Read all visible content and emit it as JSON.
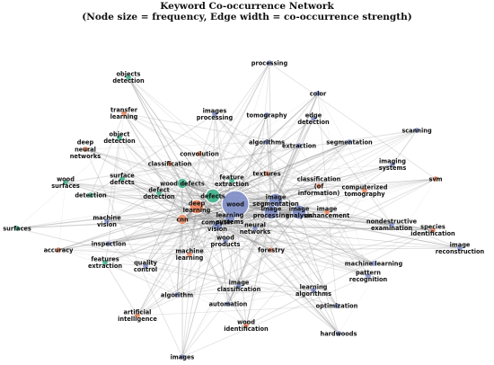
{
  "title_line1": "Keyword Co-occurrence Network",
  "title_line2": "(Node size = frequency, Edge width = co-occurrence strength)",
  "colors": {
    "blue": "#7f8fc9",
    "orange": "#ef8a62",
    "green": "#3fb38a",
    "edge": "#9a9a9a"
  },
  "nodes": [
    {
      "id": "wood",
      "label": "wood",
      "color": "blue",
      "size": 5
    },
    {
      "id": "image_segmentation",
      "label": "image\nsegmentation",
      "color": "blue",
      "size": 3
    },
    {
      "id": "image_processing",
      "label": "image\nprocessing",
      "color": "blue",
      "size": 3
    },
    {
      "id": "image_analysis",
      "label": "image\nanalysis",
      "color": "blue",
      "size": 3
    },
    {
      "id": "learning_systems",
      "label": "learning\nsystems",
      "color": "blue",
      "size": 2
    },
    {
      "id": "computer_vision",
      "label": "computer\nvision",
      "color": "blue",
      "size": 2
    },
    {
      "id": "deep_learning",
      "label": "deep\nlearning",
      "color": "orange",
      "size": 3
    },
    {
      "id": "cnn",
      "label": "cnn",
      "color": "orange",
      "size": 2
    },
    {
      "id": "defects",
      "label": "defects",
      "color": "green",
      "size": 3
    },
    {
      "id": "wood_defects",
      "label": "wood defects",
      "color": "green",
      "size": 2
    },
    {
      "id": "neural_networks",
      "label": "neural\nnetworks",
      "color": "blue",
      "size": 1
    },
    {
      "id": "wood_products",
      "label": "wood\nproducts",
      "color": "blue",
      "size": 1
    },
    {
      "id": "machine_learning",
      "label": "machine\nlearning",
      "color": "orange",
      "size": 1
    },
    {
      "id": "forestry",
      "label": "forestry",
      "color": "orange",
      "size": 1
    },
    {
      "id": "feature_extraction",
      "label": "feature\nextraction",
      "color": "green",
      "size": 1
    },
    {
      "id": "defect_detection",
      "label": "defect\ndetection",
      "color": "green",
      "size": 1
    },
    {
      "id": "textures",
      "label": "textures",
      "color": "orange",
      "size": 1
    },
    {
      "id": "classification_info",
      "label": "classification\n(of\ninformation)",
      "color": "orange",
      "size": 1
    },
    {
      "id": "image_enhancement",
      "label": "image\nenhancement",
      "color": "orange",
      "size": 1
    },
    {
      "id": "computerized_tomography",
      "label": "computerized\ntomography",
      "color": "orange",
      "size": 1
    },
    {
      "id": "nondestructive_examination",
      "label": "nondestructive\nexamination",
      "color": "blue",
      "size": 1
    },
    {
      "id": "species_identification",
      "label": "species\nidentification",
      "color": "orange",
      "size": 1
    },
    {
      "id": "image_reconstruction",
      "label": "image\nreconstruction",
      "color": "blue",
      "size": 1
    },
    {
      "id": "svm",
      "label": "svm",
      "color": "orange",
      "size": 1
    },
    {
      "id": "scanning",
      "label": "scanning",
      "color": "blue",
      "size": 1
    },
    {
      "id": "imaging_systems",
      "label": "imaging\nsystems",
      "color": "blue",
      "size": 1
    },
    {
      "id": "segmentation",
      "label": "segmentation",
      "color": "blue",
      "size": 1
    },
    {
      "id": "extraction",
      "label": "extraction",
      "color": "blue",
      "size": 1
    },
    {
      "id": "edge_detection",
      "label": "edge\ndetection",
      "color": "blue",
      "size": 1
    },
    {
      "id": "color",
      "label": "color",
      "color": "blue",
      "size": 1
    },
    {
      "id": "tomography",
      "label": "tomography",
      "color": "blue",
      "size": 1
    },
    {
      "id": "processing",
      "label": "processing",
      "color": "blue",
      "size": 1
    },
    {
      "id": "algorithms",
      "label": "algorithms",
      "color": "blue",
      "size": 1
    },
    {
      "id": "images_processing",
      "label": "images\nprocessing",
      "color": "blue",
      "size": 1
    },
    {
      "id": "convolution",
      "label": "convolution",
      "color": "orange",
      "size": 1
    },
    {
      "id": "classification",
      "label": "classification",
      "color": "orange",
      "size": 1
    },
    {
      "id": "objects_detection",
      "label": "objects\ndetection",
      "color": "green",
      "size": 1
    },
    {
      "id": "transfer_learning",
      "label": "transfer\nlearning",
      "color": "orange",
      "size": 1
    },
    {
      "id": "object_detection",
      "label": "object\ndetection",
      "color": "green",
      "size": 1
    },
    {
      "id": "deep_neural_networks",
      "label": "deep\nneural\nnetworks",
      "color": "orange",
      "size": 1
    },
    {
      "id": "surface_defects",
      "label": "surface\ndefects",
      "color": "green",
      "size": 1
    },
    {
      "id": "wood_surfaces",
      "label": "wood\nsurfaces",
      "color": "green",
      "size": 1
    },
    {
      "id": "detection",
      "label": "detection",
      "color": "green",
      "size": 1
    },
    {
      "id": "machine_vision",
      "label": "machine\nvision",
      "color": "blue",
      "size": 1
    },
    {
      "id": "surfaces",
      "label": "surfaces",
      "color": "green",
      "size": 1
    },
    {
      "id": "accuracy",
      "label": "accuracy",
      "color": "orange",
      "size": 1
    },
    {
      "id": "inspection",
      "label": "inspection",
      "color": "blue",
      "size": 1
    },
    {
      "id": "features_extraction",
      "label": "features\nextraction",
      "color": "green",
      "size": 1
    },
    {
      "id": "quality_control",
      "label": "quality\ncontrol",
      "color": "blue",
      "size": 1
    },
    {
      "id": "algorithm",
      "label": "algorithm",
      "color": "blue",
      "size": 1
    },
    {
      "id": "artificial_intelligence",
      "label": "artificial\nintelligence",
      "color": "orange",
      "size": 1
    },
    {
      "id": "images",
      "label": "images",
      "color": "blue",
      "size": 1
    },
    {
      "id": "automation",
      "label": "automation",
      "color": "blue",
      "size": 1
    },
    {
      "id": "wood_identification",
      "label": "wood\nidentification",
      "color": "orange",
      "size": 1
    },
    {
      "id": "image_classification",
      "label": "image\nclassification",
      "color": "blue",
      "size": 1
    },
    {
      "id": "learning_algorithms",
      "label": "learning\nalgorithms",
      "color": "blue",
      "size": 1
    },
    {
      "id": "hardwoods",
      "label": "hardwoods",
      "color": "blue",
      "size": 1
    },
    {
      "id": "optimization",
      "label": "optimization",
      "color": "blue",
      "size": 1
    },
    {
      "id": "pattern_recognition",
      "label": "pattern\nrecognition",
      "color": "blue",
      "size": 1
    },
    {
      "id": "machine_learning_2",
      "label": "machine learning",
      "color": "blue",
      "size": 1
    }
  ]
}
